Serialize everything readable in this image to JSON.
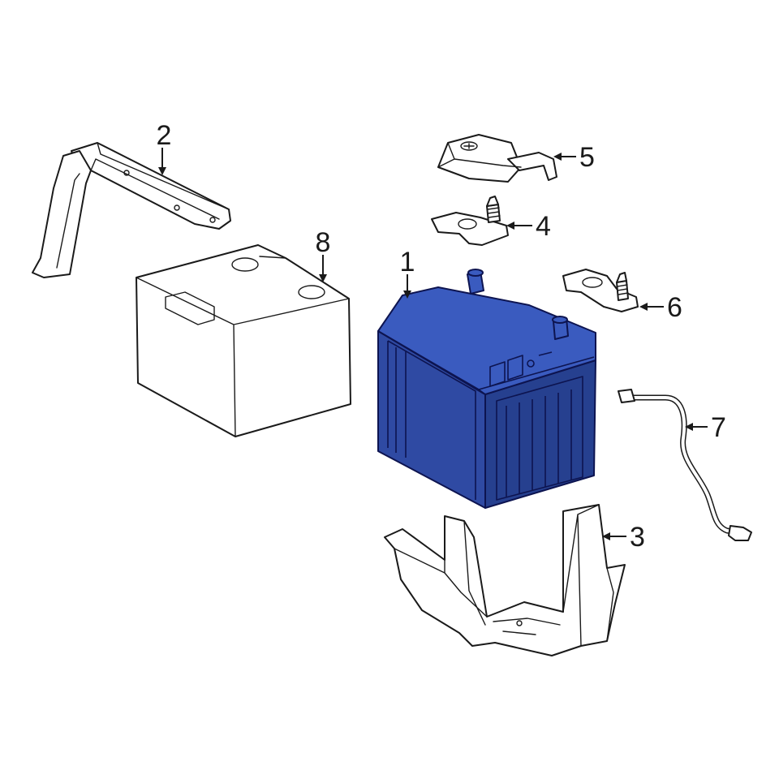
{
  "diagram": {
    "highlight_color": "#3a5bbf",
    "highlight_shade": "#2f4aa3",
    "highlight_dark": "#26408f",
    "callouts": [
      {
        "id": "battery",
        "label": "1"
      },
      {
        "id": "hold-down-bracket",
        "label": "2"
      },
      {
        "id": "battery-tray",
        "label": "3"
      },
      {
        "id": "negative-terminal",
        "label": "4"
      },
      {
        "id": "terminal-cover",
        "label": "5"
      },
      {
        "id": "positive-terminal",
        "label": "6"
      },
      {
        "id": "ground-cable",
        "label": "7"
      },
      {
        "id": "battery-outline",
        "label": "8"
      }
    ]
  }
}
